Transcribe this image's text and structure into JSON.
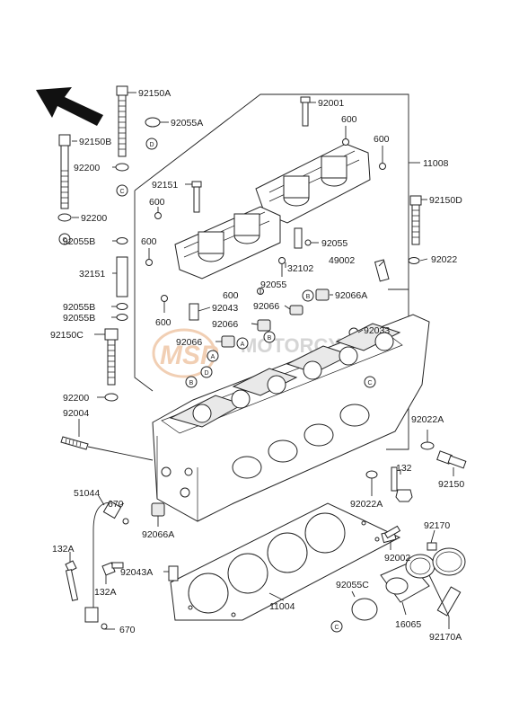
{
  "watermark": {
    "logo_text": "MSP",
    "brand_text": "MOTORCYCLE"
  },
  "labels": {
    "l_92150A": "92150A",
    "l_92055A": "92055A",
    "l_92150B": "92150B",
    "l_92200a": "92200",
    "l_92200b": "92200",
    "l_92055B_top": "92055B",
    "l_32151": "32151",
    "l_92055B_a": "92055B",
    "l_92055B_b": "92055B",
    "l_92150C": "92150C",
    "l_92200c": "92200",
    "l_92004": "92004",
    "l_92001": "92001",
    "l_600_a": "600",
    "l_600_b": "600",
    "l_11008": "11008",
    "l_92151": "92151",
    "l_600_c": "600",
    "l_600_d": "600",
    "l_92150D": "92150D",
    "l_92055_a": "92055",
    "l_32102": "32102",
    "l_49002": "49002",
    "l_92022": "92022",
    "l_92055_b": "92055",
    "l_600_e": "600",
    "l_92043": "92043",
    "l_600_f": "600",
    "l_92066_a": "92066",
    "l_92066A_a": "92066A",
    "l_92066_b": "92066",
    "l_92033": "92033",
    "l_92066_c": "92066",
    "l_92022A_a": "92022A",
    "l_132_a": "132",
    "l_92150": "92150",
    "l_92022A_b": "92022A",
    "l_51044": "51044",
    "l_670_a": "670",
    "l_92066A_b": "92066A",
    "l_132A_a": "132A",
    "l_132A_b": "132A",
    "l_92043A": "92043A",
    "l_670_b": "670",
    "l_92002": "92002",
    "l_92170": "92170",
    "l_11004": "11004",
    "l_92055C": "92055C",
    "l_16065": "16065",
    "l_92170A": "92170A"
  },
  "markers": {
    "A": "A",
    "B": "B",
    "C": "C",
    "D": "D"
  }
}
